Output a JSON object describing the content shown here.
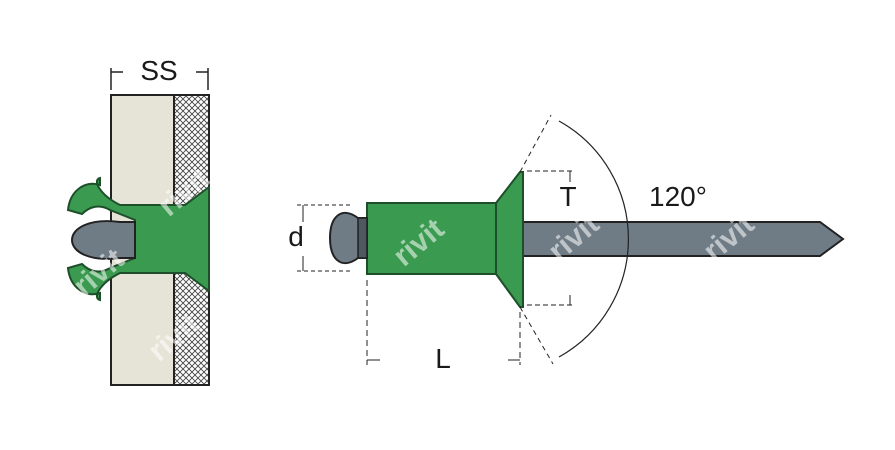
{
  "labels": {
    "ss": "SS",
    "d": "d",
    "t": "T",
    "l": "L",
    "angle": "120°"
  },
  "watermark": "rivit",
  "colors": {
    "rivet_body": "#3a9a4f",
    "rivet_outline": "#1e4f2a",
    "mandrel": "#6f7c86",
    "mandrel_dark": "#4d5860",
    "material": "#e6e4d6",
    "outline": "#222222"
  }
}
